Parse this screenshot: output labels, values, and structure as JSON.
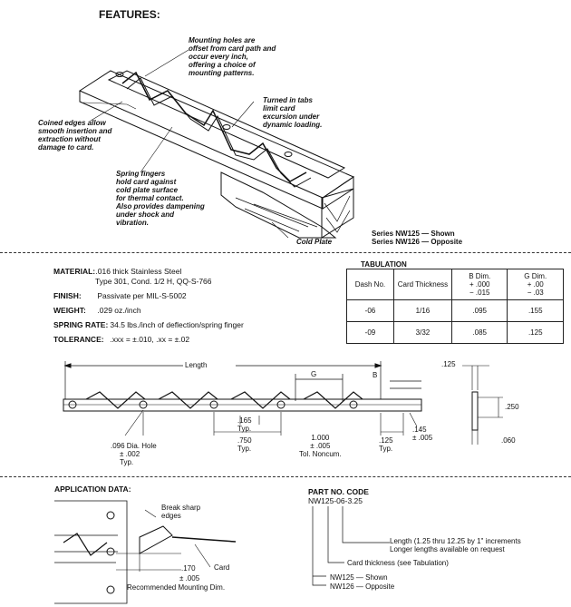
{
  "features": {
    "heading": "FEATURES:",
    "callouts": {
      "mounting_holes": [
        "Mounting holes are",
        "offset from card path and",
        "occur every inch,",
        "offering a choice of",
        "mounting patterns."
      ],
      "turned_tabs": [
        "Turned in tabs",
        "limit card",
        "excursion under",
        "dynamic loading."
      ],
      "coined_edges": [
        "Coined edges allow",
        "smooth insertion and",
        "extraction without",
        "damage to card."
      ],
      "spring_fingers": [
        "Spring fingers",
        "hold card against",
        "cold plate surface",
        "for thermal contact.",
        "Also provides dampening",
        "under shock and",
        "vibration."
      ],
      "cold_plate": "Cold Plate"
    },
    "series": [
      "Series NW125 — Shown",
      "Series NW126 — Opposite"
    ]
  },
  "specs": {
    "material_label": "MATERIAL:",
    "material_value": ".016 thick Stainless Steel",
    "material_value2": "Type 301, Cond. 1/2 H, QQ-S-766",
    "finish_label": "FINISH:",
    "finish_value": "Passivate per MIL-S-5002",
    "weight_label": "WEIGHT:",
    "weight_value": ".029 oz./inch",
    "spring_label": "SPRING RATE:",
    "spring_value": "34.5 lbs./inch of deflection/spring finger",
    "tolerance_label": "TOLERANCE:",
    "tolerance_value": ".xxx = ±.010, .xx = ±.02"
  },
  "tabulation": {
    "title": "TABULATION",
    "headers": [
      "Dash No.",
      "Card Thickness",
      "B Dim.",
      "G Dim."
    ],
    "b_tol": [
      "+ .000",
      "− .015"
    ],
    "g_tol": [
      "+ .00",
      "− .03"
    ],
    "rows": [
      [
        "-06",
        "1/16",
        ".095",
        ".155"
      ],
      [
        "-09",
        "3/32",
        ".085",
        ".125"
      ]
    ]
  },
  "drawing": {
    "length": "Length",
    "g": "G",
    "b": "B",
    "d125": ".125",
    "d250": ".250",
    "d060": ".060",
    "d165": ".165",
    "typ": "Typ.",
    "d750": ".750",
    "d1000": "1.000",
    "d1000_tol": "± .005",
    "tol_noncum": "Tol. Noncum.",
    "d125b": ".125",
    "d145": ".145",
    "d145_tol": "± .005",
    "hole1": ".096 Dia. Hole",
    "hole2": "± .002"
  },
  "application": {
    "heading": "APPLICATION DATA:",
    "break_edges": [
      "Break sharp",
      "edges"
    ],
    "card": "Card",
    "d170": ".170",
    "d170_tol": "± .005",
    "rec": "Recommended Mounting Dim."
  },
  "part_code": {
    "heading": "PART NO. CODE",
    "code": "NW125-06-3.25",
    "length_line1": "Length (1.25 thru 12.25 by 1\" increments",
    "length_line2": "Longer lengths available on request",
    "card_thickness": "Card thickness (see Tabulation)",
    "nw125": "NW125 — Shown",
    "nw126": "NW126 — Opposite"
  }
}
